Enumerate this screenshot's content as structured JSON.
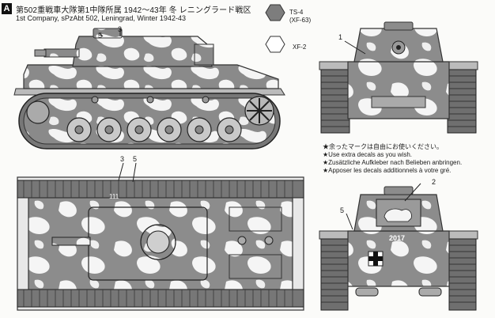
{
  "section": {
    "letter": "A"
  },
  "title": {
    "japanese": "第502重戦車大隊第1中隊所属 1942〜43年 冬 レニングラード戦区",
    "english": "1st Company, sPzAbt 502, Leningrad, Winter 1942-43"
  },
  "paint_legend": [
    {
      "code": "TS-4",
      "sub": "(XF-63)",
      "color": "#7d7d7d"
    },
    {
      "code": "XF-2",
      "sub": "",
      "color": "#ffffff"
    }
  ],
  "notes": [
    "★余ったマークは自由にお使いください。",
    "★Use extra decals as you wish.",
    "★Zusätzliche Aufkleber nach Belieben anbringen.",
    "★Apposer les decals additionnels à votre gré."
  ],
  "callouts": {
    "side_view": [
      "5",
      "3"
    ],
    "front_view": [
      "1"
    ],
    "top_view": [
      "3",
      "5"
    ],
    "rear_view": [
      "2",
      "5"
    ]
  },
  "markings": {
    "turret_number": "111",
    "rear_number": "2017"
  }
}
